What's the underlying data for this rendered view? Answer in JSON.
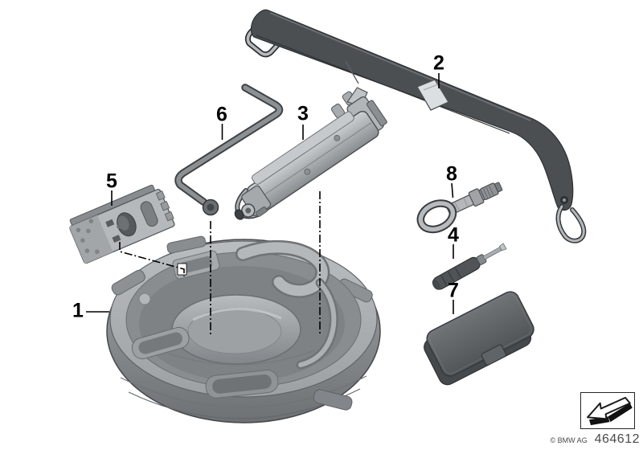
{
  "diagram": {
    "type": "parts-diagram",
    "callouts": [
      {
        "id": 1,
        "label": "1"
      },
      {
        "id": 2,
        "label": "2"
      },
      {
        "id": 3,
        "label": "3"
      },
      {
        "id": 4,
        "label": "4"
      },
      {
        "id": 5,
        "label": "5"
      },
      {
        "id": 6,
        "label": "6"
      },
      {
        "id": 7,
        "label": "7"
      },
      {
        "id": 8,
        "label": "8"
      }
    ],
    "footer": {
      "copyright": "© BMW AG",
      "diagram_number": "464612",
      "icon": "direction-arrow-icon"
    },
    "colors": {
      "background": "#ffffff",
      "foam_tray_gray": "#aab0b4",
      "metal_gray": "#b0b4b7",
      "strap_charcoal": "#4b4f52",
      "case_dark_gray": "#595d60",
      "label_text": "#000000",
      "footer_text": "#4a4a4a"
    }
  }
}
